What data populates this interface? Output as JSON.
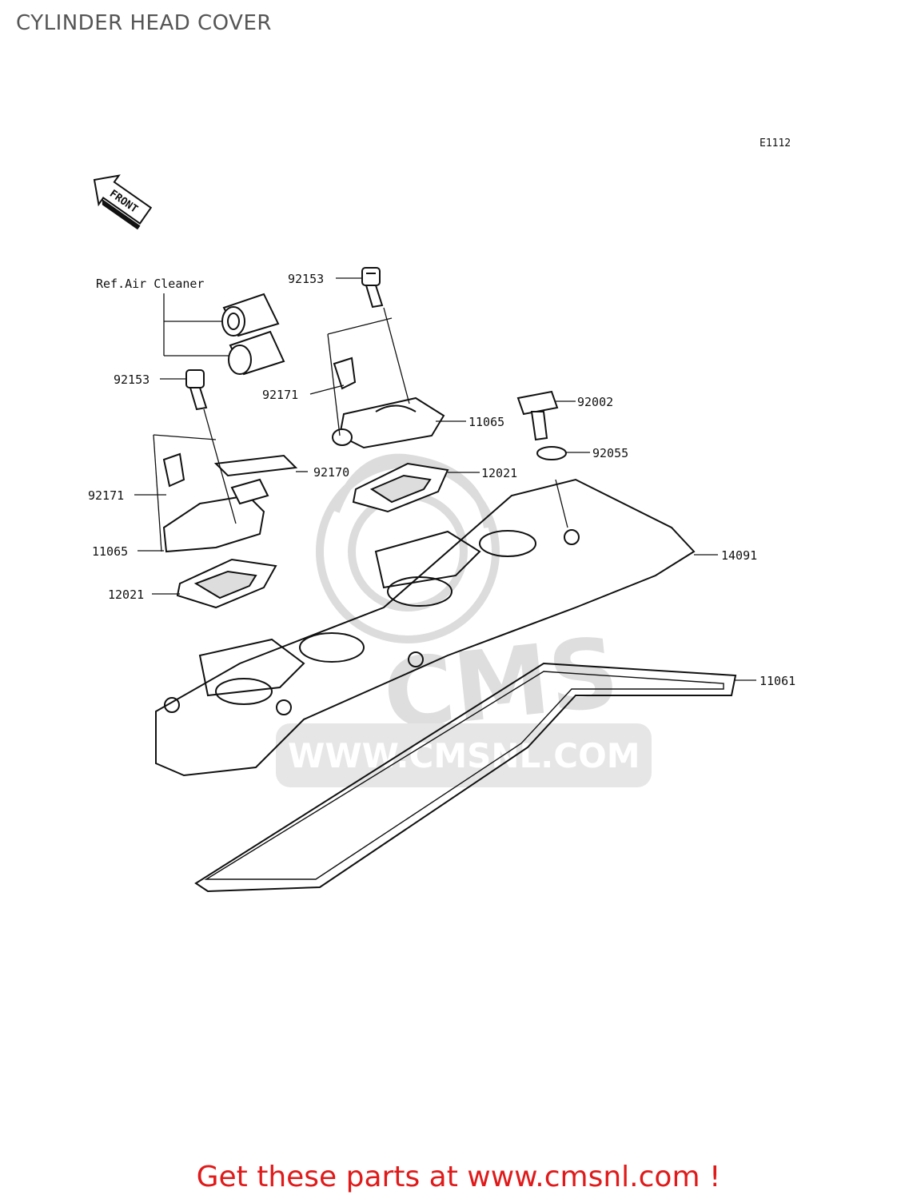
{
  "title": "CYLINDER HEAD COVER",
  "diagram_code": "E1112",
  "front_label": "FRONT",
  "reference_note": "Ref.Air Cleaner",
  "watermark": {
    "brand": "CMS",
    "url": "WWW.CMSNL.COM"
  },
  "part_labels": {
    "p92153_top": "92153",
    "p92153_left": "92153",
    "p92171_mid": "92171",
    "p92171_left": "92171",
    "p11065_right": "11065",
    "p11065_left": "11065",
    "p92002": "92002",
    "p92055": "92055",
    "p92170": "92170",
    "p12021_right": "12021",
    "p12021_left": "12021",
    "p14091": "14091",
    "p11061": "11061"
  },
  "cta_text": "Get these parts at www.cmsnl.com !",
  "colors": {
    "title": "#555555",
    "cta": "#e01a1a",
    "watermark": "#d9d9d9"
  }
}
